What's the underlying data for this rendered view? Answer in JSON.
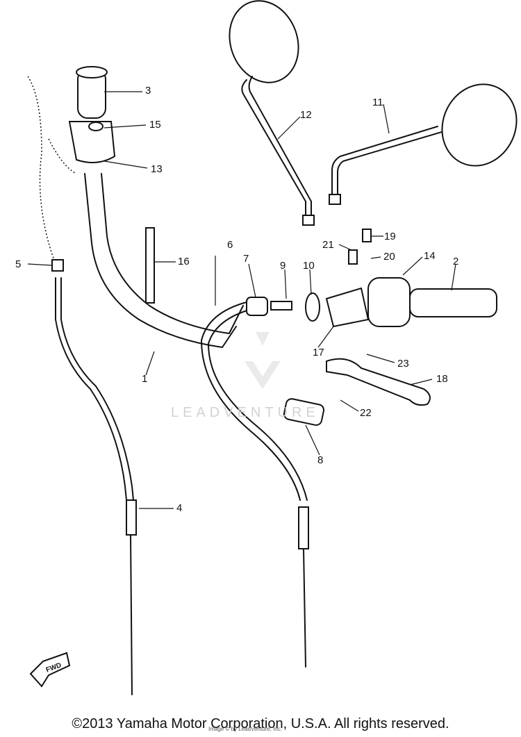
{
  "callouts": [
    {
      "label": "3"
    },
    {
      "label": "15"
    },
    {
      "label": "13"
    },
    {
      "label": "12"
    },
    {
      "label": "11"
    },
    {
      "label": "16"
    },
    {
      "label": "6"
    },
    {
      "label": "7"
    },
    {
      "label": "9"
    },
    {
      "label": "10"
    },
    {
      "label": "21"
    },
    {
      "label": "19"
    },
    {
      "label": "20"
    },
    {
      "label": "14"
    },
    {
      "label": "2"
    },
    {
      "label": "5"
    },
    {
      "label": "17"
    },
    {
      "label": "23"
    },
    {
      "label": "18"
    },
    {
      "label": "1"
    },
    {
      "label": "22"
    },
    {
      "label": "8"
    },
    {
      "label": "4"
    }
  ],
  "watermark": "LEADVENTURE",
  "fwd_label": "FWD",
  "footer": "©2013 Yamaha Motor Corporation, U.S.A. All rights reserved.",
  "sub_footer": "Image © by LeadVenture, Inc."
}
